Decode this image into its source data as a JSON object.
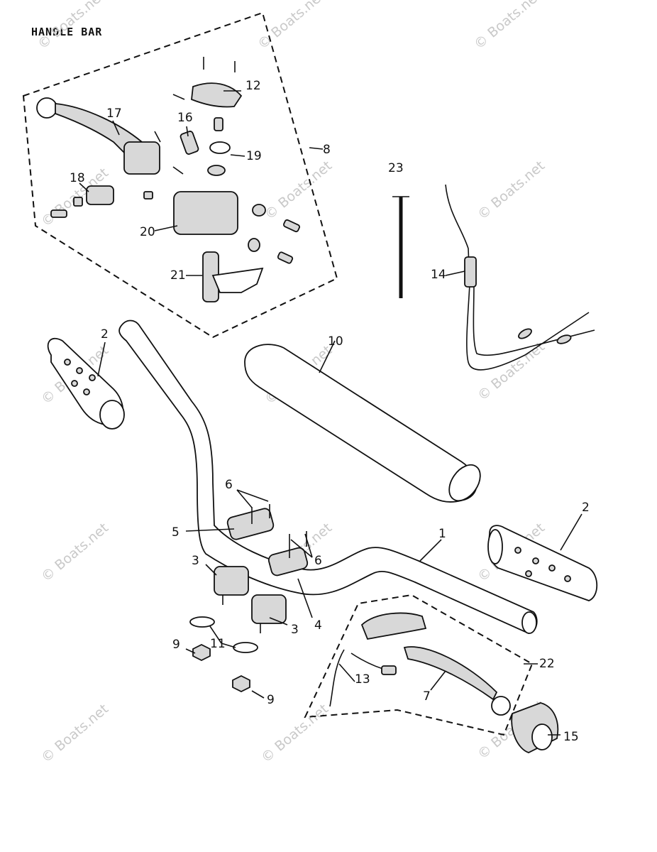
{
  "diagram": {
    "title": "HANDLE BAR",
    "watermark": "© Boats.net",
    "callouts": {
      "c1": "1",
      "c2a": "2",
      "c2b": "2",
      "c3a": "3",
      "c3b": "3",
      "c4": "4",
      "c5": "5",
      "c6a": "6",
      "c6b": "6",
      "c7": "7",
      "c8": "8",
      "c9a": "9",
      "c9b": "9",
      "c10": "10",
      "c11": "11",
      "c12": "12",
      "c13": "13",
      "c14": "14",
      "c15": "15",
      "c16": "16",
      "c17": "17",
      "c18": "18",
      "c19": "19",
      "c20": "20",
      "c21": "21",
      "c22": "22",
      "c23": "23"
    }
  }
}
